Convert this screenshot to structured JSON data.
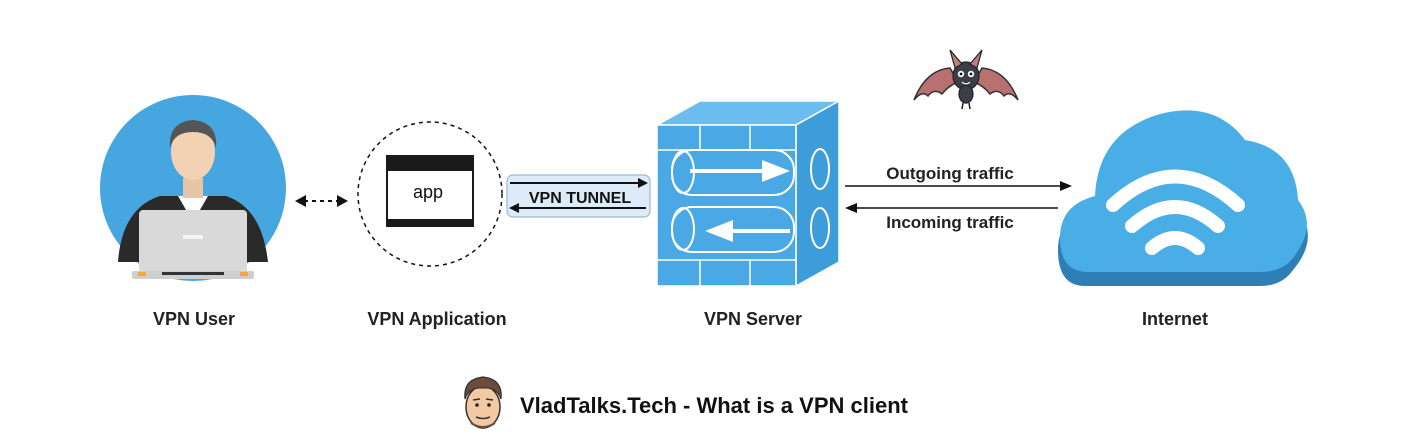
{
  "nodes": {
    "vpn_user": "VPN User",
    "vpn_application": "VPN Application",
    "vpn_server": "VPN Server",
    "internet": "Internet"
  },
  "app_window_text": "app",
  "tunnel_label": "VPN TUNNEL",
  "edges": {
    "outgoing": "Outgoing traffic",
    "incoming": "Incoming traffic"
  },
  "footer": "VladTalks.Tech - What is a VPN client",
  "colors": {
    "blue": "#4aa9e4",
    "dark_blue": "#2b80bd",
    "cloud": "#4aaee6",
    "cloud_shadow": "#2d7fb6",
    "tunnel_fill": "#dcebf7"
  }
}
